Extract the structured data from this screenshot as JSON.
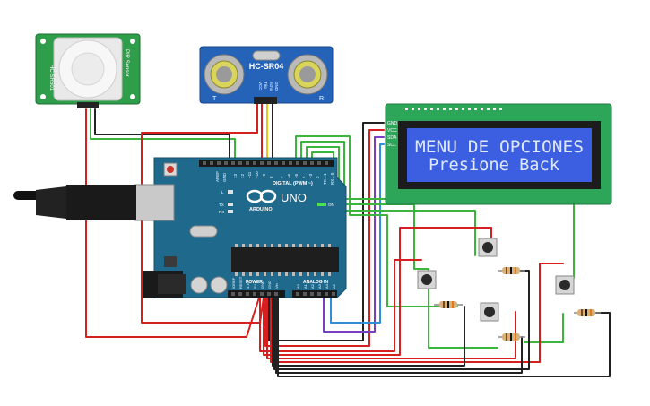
{
  "pir": {
    "side_text_1": "PIR Sensor",
    "side_text_2": "HC-SR501"
  },
  "ultrasonic": {
    "model": "HC-SR04",
    "left_mark": "T",
    "right_mark": "R",
    "pins": [
      "VCC",
      "Trig",
      "Echo",
      "GND"
    ]
  },
  "lcd": {
    "line1": "MENU DE OPCIONES",
    "line2": "Presione Back",
    "pins": [
      "GND",
      "VCC",
      "SDA",
      "SCL"
    ],
    "backlight": "#3b5fe0",
    "text_color": "#dfe8ff"
  },
  "arduino": {
    "logo_text": "UNO",
    "brand": "ARDUINO",
    "digital_label": "DIGITAL (PWM ~)",
    "power_label": "POWER",
    "analog_label": "ANALOG IN",
    "on_label": "ON",
    "tx_label": "TX",
    "rx_label": "RX",
    "l_label": "L",
    "aref_label": "AREF",
    "gnd_label": "GND",
    "ioref_label": "IOREF",
    "reset_label": "RESET",
    "v33_label": "3.3V",
    "v5_label": "5V",
    "vin_label": "Vin",
    "digital_pins": [
      "13",
      "12",
      "~11",
      "~10",
      "~9",
      "8",
      "7",
      "~6",
      "~5",
      "4",
      "~3",
      "2",
      "TX→1",
      "RX←0"
    ],
    "analog_pins": [
      "A0",
      "A1",
      "A2",
      "A3",
      "A4",
      "A5"
    ],
    "board_color": "#1f6a8c"
  },
  "wire_colors": {
    "red": "#d62020",
    "black": "#222222",
    "green": "#3bb53b",
    "yellow": "#e6c619",
    "purple": "#7a3fc0",
    "blue": "#2f8fd8"
  }
}
